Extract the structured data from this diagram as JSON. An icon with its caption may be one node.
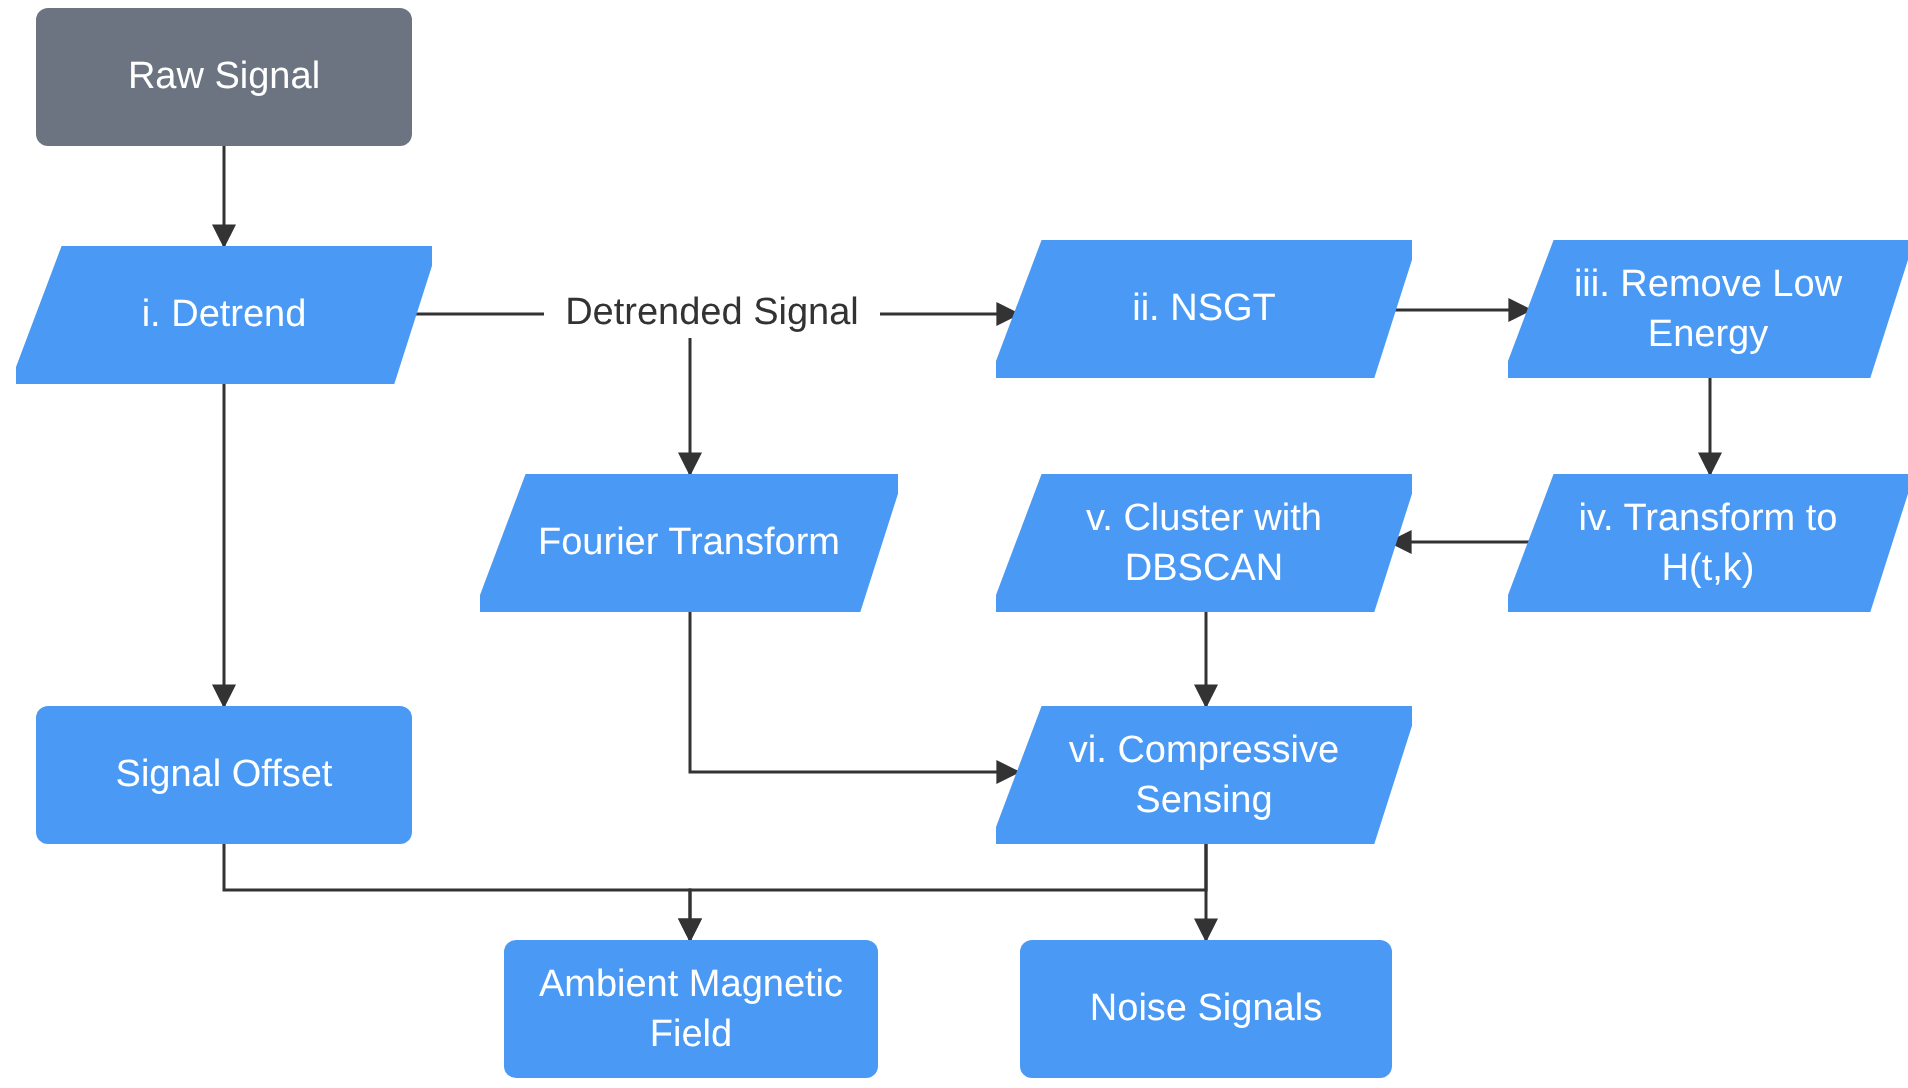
{
  "diagram": {
    "nodes": [
      {
        "text": [
          "Raw Signal"
        ]
      },
      {
        "text": [
          "i. Detrend"
        ]
      },
      {
        "text": [
          "Detrended Signal"
        ]
      },
      {
        "text": [
          "ii. NSGT"
        ]
      },
      {
        "text": [
          "iii. Remove Low Energy"
        ]
      },
      {
        "text": [
          "Fourier Transform"
        ]
      },
      {
        "text": [
          "v. Cluster with DBSCAN"
        ]
      },
      {
        "text": [
          "iv.  Transform to H(t,k)"
        ]
      },
      {
        "text": [
          "Signal Offset"
        ]
      },
      {
        "text": [
          "vi. Compressive Sensing"
        ]
      },
      {
        "text": [
          "Ambient Magnetic Field"
        ]
      },
      {
        "text": [
          "Noise Signals"
        ]
      }
    ],
    "edges": [
      {
        "from": 0,
        "to": 1,
        "arrow": "to"
      },
      {
        "from": 1,
        "to": 2,
        "arrow": "none"
      },
      {
        "from": 2,
        "to": 3,
        "arrow": "to"
      },
      {
        "from": 2,
        "to": 5,
        "arrow": "to"
      },
      {
        "from": 3,
        "to": 4,
        "arrow": "to"
      },
      {
        "from": 4,
        "to": 7,
        "arrow": "to"
      },
      {
        "from": 7,
        "to": 6,
        "arrow": "to"
      },
      {
        "from": 6,
        "to": 9,
        "arrow": "to"
      },
      {
        "from": 5,
        "to": 9,
        "arrow": "to"
      },
      {
        "from": 1,
        "to": 8,
        "arrow": "to"
      },
      {
        "from": 8,
        "to": 10,
        "arrow": "to"
      },
      {
        "from": 9,
        "to": 10,
        "arrow": "to"
      },
      {
        "from": 9,
        "to": 11,
        "arrow": "to"
      }
    ]
  }
}
